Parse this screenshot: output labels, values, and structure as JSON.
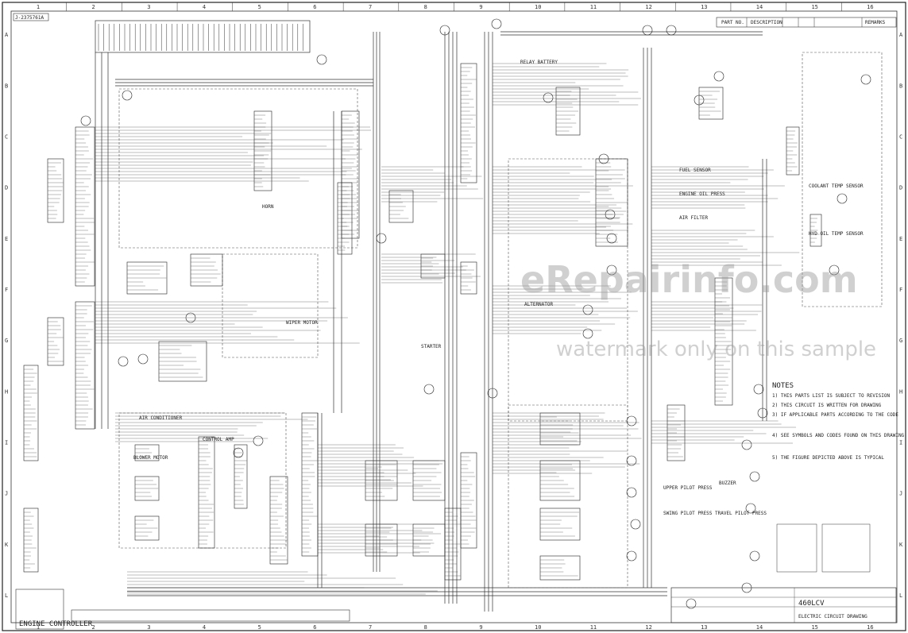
{
  "drawing": {
    "drawing_number": "J-2375761A",
    "column_markers": [
      "1",
      "2",
      "3",
      "4",
      "5",
      "6",
      "7",
      "8",
      "9",
      "10",
      "11",
      "12",
      "13",
      "14",
      "15",
      "16"
    ],
    "row_markers": [
      "A",
      "B",
      "C",
      "D",
      "E",
      "F",
      "G",
      "H",
      "I",
      "J",
      "K",
      "L"
    ]
  },
  "title_block_header": {
    "part_no": "PART NO.",
    "description": "DESCRIPTION",
    "remarks": "REMARKS"
  },
  "blocks": {
    "engine_controller": "ENGINE CONTROLLER",
    "air_conditioner": "AIR CONDITIONER",
    "control_amp": "CONTROL AMP",
    "blower_motor": "BLOWER MOTOR",
    "relay_battery": "RELAY BATTERY",
    "fuel_sensor": "FUEL SENSOR",
    "engine_oil_press": "ENGINE OIL PRESS",
    "coolant_temp": "COOLANT TEMP SENSOR",
    "air_filter": "AIR FILTER",
    "hydraulic_oil_temp": "HYD OIL TEMP SENSOR",
    "starter": "STARTER",
    "alternator": "ALTERNATOR",
    "horn": "HORN",
    "wiper_motor": "WIPER MOTOR",
    "travel_pilot": "TRAVEL PILOT PRESS",
    "swing_pilot": "SWING PILOT PRESS",
    "upper_pilot": "UPPER PILOT PRESS",
    "buzzer": "BUZZER"
  },
  "notes": {
    "heading": "NOTES",
    "lines": [
      "1) THIS PARTS LIST IS SUBJECT TO REVISION",
      "2) THIS CIRCUIT IS WRITTEN FOR DRAWING",
      "3) IF APPLICABLE PARTS ACCORDING TO THE CODE",
      "4) SEE SYMBOLS AND CODES FOUND ON THIS DRAWING",
      "5) THE FIGURE DEPICTED ABOVE IS TYPICAL"
    ]
  },
  "title_block": {
    "model": "460LCV",
    "sheet_title": "ELECTRIC CIRCUIT DRAWING"
  },
  "watermark": {
    "brand": "eRepairinfo.com",
    "caption": "watermark only on this sample"
  }
}
